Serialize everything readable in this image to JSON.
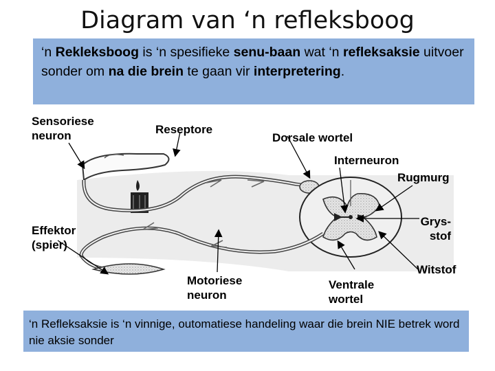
{
  "title": "Diagram van ‘n refleksboog",
  "top_box": {
    "parts": [
      {
        "text": "‘n ",
        "bold": false
      },
      {
        "text": "Rekleksboog",
        "bold": true
      },
      {
        "text": " is ‘n spesifieke ",
        "bold": false
      },
      {
        "text": "senu-baan",
        "bold": true
      },
      {
        "text": " wat ‘n ",
        "bold": false
      },
      {
        "text": "refleksaksie",
        "bold": true
      },
      {
        "text": " uitvoer sonder om ",
        "bold": false
      },
      {
        "text": "na die brein",
        "bold": true
      },
      {
        "text": " te gaan vir ",
        "bold": false
      },
      {
        "text": "interpretering",
        "bold": true
      },
      {
        "text": ".",
        "bold": false
      }
    ]
  },
  "labels": {
    "sensoriese_neuron": [
      "Sensoriese",
      "neuron"
    ],
    "reseptore": "Reseptore",
    "dorsale_wortel": "Dorsale wortel",
    "interneuron": "Interneuron",
    "rugmurg": "Rugmurg",
    "grysstof": [
      "Grys-",
      "stof"
    ],
    "effektor": [
      "Effektor",
      "(spier)"
    ],
    "motoriese_neuron": [
      "Motoriese",
      "neuron"
    ],
    "ventrale_wortel": [
      "Ventrale",
      "wortel"
    ],
    "witstof": "Witstof"
  },
  "bottom_box": "‘n Refleksaksie is ‘n vinnige, outomatiese handeling waar die brein NIE betrek word nie aksie sonder"
}
